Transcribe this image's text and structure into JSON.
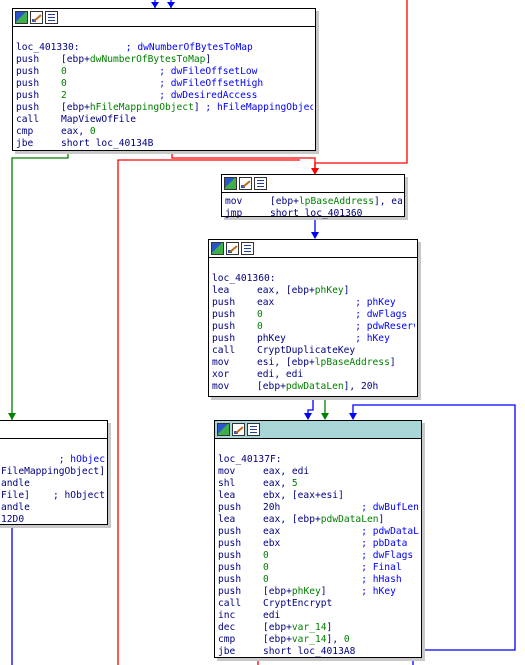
{
  "colors": {
    "red_edge": "#ff0000",
    "green_edge": "#008000",
    "blue_edge": "#0000ff",
    "selected_header": "#a8d6d6",
    "text": "#000080",
    "symbol": "#008000",
    "comment": "#0000ff"
  },
  "icons": [
    "graph-icon",
    "edit-icon",
    "listing-icon"
  ],
  "block1": {
    "label": "loc_401330:",
    "label_comment": "; dwNumberOfBytesToMap",
    "lines": [
      {
        "m": "push",
        "parts": [
          {
            "t": "[ebp+",
            "c": "op"
          },
          {
            "t": "dwNumberOfBytesToMap",
            "c": "sym"
          },
          {
            "t": "]",
            "c": "op"
          }
        ],
        "cm": ""
      },
      {
        "m": "push",
        "parts": [
          {
            "t": "0",
            "c": "sym"
          }
        ],
        "pad": "                ",
        "cm": "; dwFileOffsetLow"
      },
      {
        "m": "push",
        "parts": [
          {
            "t": "0",
            "c": "sym"
          }
        ],
        "pad": "                ",
        "cm": "; dwFileOffsetHigh"
      },
      {
        "m": "push",
        "parts": [
          {
            "t": "2",
            "c": "sym"
          }
        ],
        "pad": "                ",
        "cm": "; dwDesiredAccess"
      },
      {
        "m": "push",
        "parts": [
          {
            "t": "[ebp+",
            "c": "op"
          },
          {
            "t": "hFileMappingObject",
            "c": "sym"
          },
          {
            "t": "]",
            "c": "op"
          }
        ],
        "pad": " ",
        "cm": "; hFileMappingObject"
      },
      {
        "m": "call",
        "parts": [
          {
            "t": "MapViewOfFile",
            "c": "op"
          }
        ],
        "cm": ""
      },
      {
        "m": "cmp",
        "parts": [
          {
            "t": "eax, ",
            "c": "op"
          },
          {
            "t": "0",
            "c": "sym"
          }
        ],
        "cm": ""
      },
      {
        "m": "jbe",
        "parts": [
          {
            "t": "short loc_40134B",
            "c": "op"
          }
        ],
        "cm": ""
      }
    ]
  },
  "block2": {
    "lines": [
      {
        "m": "mov",
        "parts": [
          {
            "t": "[ebp+",
            "c": "op"
          },
          {
            "t": "lpBaseAddress",
            "c": "sym"
          },
          {
            "t": "], eax",
            "c": "op"
          }
        ],
        "cm": ""
      },
      {
        "m": "jmp",
        "parts": [
          {
            "t": "short loc_401360",
            "c": "op"
          }
        ],
        "cm": ""
      }
    ]
  },
  "block3": {
    "label": "loc_401360:",
    "lines": [
      {
        "m": "lea",
        "parts": [
          {
            "t": "eax, [ebp+",
            "c": "op"
          },
          {
            "t": "phKey",
            "c": "sym"
          },
          {
            "t": "]",
            "c": "op"
          }
        ],
        "cm": ""
      },
      {
        "m": "push",
        "parts": [
          {
            "t": "eax",
            "c": "op"
          }
        ],
        "pad": "              ",
        "cm": "; phKey"
      },
      {
        "m": "push",
        "parts": [
          {
            "t": "0",
            "c": "sym"
          }
        ],
        "pad": "                ",
        "cm": "; dwFlags"
      },
      {
        "m": "push",
        "parts": [
          {
            "t": "0",
            "c": "sym"
          }
        ],
        "pad": "                ",
        "cm": "; pdwReserved"
      },
      {
        "m": "push",
        "parts": [
          {
            "t": "phKey",
            "c": "op"
          }
        ],
        "pad": "            ",
        "cm": "; hKey"
      },
      {
        "m": "call",
        "parts": [
          {
            "t": "CryptDuplicateKey",
            "c": "op"
          }
        ],
        "cm": ""
      },
      {
        "m": "mov",
        "parts": [
          {
            "t": "esi, [ebp+",
            "c": "op"
          },
          {
            "t": "lpBaseAddress",
            "c": "sym"
          },
          {
            "t": "]",
            "c": "op"
          }
        ],
        "cm": ""
      },
      {
        "m": "xor",
        "parts": [
          {
            "t": "edi, edi",
            "c": "op"
          }
        ],
        "cm": ""
      },
      {
        "m": "mov",
        "parts": [
          {
            "t": "[ebp+",
            "c": "op"
          },
          {
            "t": "pdwDataLen",
            "c": "sym"
          },
          {
            "t": "], 20h",
            "c": "op"
          }
        ],
        "cm": ""
      }
    ]
  },
  "block4": {
    "label": "loc_40137F:",
    "lines": [
      {
        "m": "mov",
        "parts": [
          {
            "t": "eax, edi",
            "c": "op"
          }
        ],
        "cm": ""
      },
      {
        "m": "shl",
        "parts": [
          {
            "t": "eax, ",
            "c": "op"
          },
          {
            "t": "5",
            "c": "sym"
          }
        ],
        "cm": ""
      },
      {
        "m": "lea",
        "parts": [
          {
            "t": "ebx, [eax+esi]",
            "c": "op"
          }
        ],
        "cm": ""
      },
      {
        "m": "push",
        "parts": [
          {
            "t": "20h",
            "c": "op"
          }
        ],
        "pad": "              ",
        "cm": "; dwBufLen"
      },
      {
        "m": "lea",
        "parts": [
          {
            "t": "eax, [ebp+",
            "c": "op"
          },
          {
            "t": "pdwDataLen",
            "c": "sym"
          },
          {
            "t": "]",
            "c": "op"
          }
        ],
        "cm": ""
      },
      {
        "m": "push",
        "parts": [
          {
            "t": "eax",
            "c": "op"
          }
        ],
        "pad": "              ",
        "cm": "; pdwDataLen"
      },
      {
        "m": "push",
        "parts": [
          {
            "t": "ebx",
            "c": "op"
          }
        ],
        "pad": "              ",
        "cm": "; pbData"
      },
      {
        "m": "push",
        "parts": [
          {
            "t": "0",
            "c": "sym"
          }
        ],
        "pad": "                ",
        "cm": "; dwFlags"
      },
      {
        "m": "push",
        "parts": [
          {
            "t": "0",
            "c": "sym"
          }
        ],
        "pad": "                ",
        "cm": "; Final"
      },
      {
        "m": "push",
        "parts": [
          {
            "t": "0",
            "c": "sym"
          }
        ],
        "pad": "                ",
        "cm": "; hHash"
      },
      {
        "m": "push",
        "parts": [
          {
            "t": "[ebp+",
            "c": "op"
          },
          {
            "t": "phKey",
            "c": "sym"
          },
          {
            "t": "]",
            "c": "op"
          }
        ],
        "pad": "      ",
        "cm": "; hKey"
      },
      {
        "m": "call",
        "parts": [
          {
            "t": "CryptEncrypt",
            "c": "op"
          }
        ],
        "cm": ""
      },
      {
        "m": "inc",
        "parts": [
          {
            "t": "edi",
            "c": "op"
          }
        ],
        "cm": ""
      },
      {
        "m": "dec",
        "parts": [
          {
            "t": "[ebp+",
            "c": "op"
          },
          {
            "t": "var_14",
            "c": "sym"
          },
          {
            "t": "]",
            "c": "op"
          }
        ],
        "cm": ""
      },
      {
        "m": "cmp",
        "parts": [
          {
            "t": "[ebp+",
            "c": "op"
          },
          {
            "t": "var_14",
            "c": "sym"
          },
          {
            "t": "], ",
            "c": "op"
          },
          {
            "t": "0",
            "c": "sym"
          }
        ],
        "cm": ""
      },
      {
        "m": "jbe",
        "parts": [
          {
            "t": "short loc_4013A8",
            "c": "op"
          }
        ],
        "cm": ""
      }
    ]
  },
  "block5": {
    "lines": [
      {
        "raw": "          ; hObject",
        "cls": "cm"
      },
      {
        "raw": "FileMappingObject]",
        "cls": "op"
      },
      {
        "raw": "andle",
        "cls": "op"
      },
      {
        "raw": "File]    ; hObject",
        "cls": "op"
      },
      {
        "raw": "andle",
        "cls": "op"
      },
      {
        "raw": "12D0",
        "cls": "op"
      }
    ]
  }
}
